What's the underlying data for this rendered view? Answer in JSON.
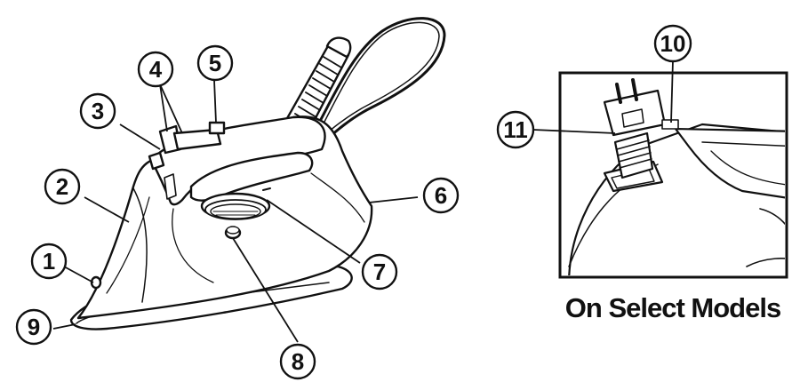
{
  "callouts": {
    "c1": "1",
    "c2": "2",
    "c3": "3",
    "c4": "4",
    "c5": "5",
    "c6": "6",
    "c7": "7",
    "c8": "8",
    "c9": "9",
    "c10": "10",
    "c11": "11"
  },
  "inset": {
    "caption": "On Select Models"
  },
  "colors": {
    "ink": "#111111",
    "paper": "#ffffff",
    "shade": "#e8e8e8"
  }
}
